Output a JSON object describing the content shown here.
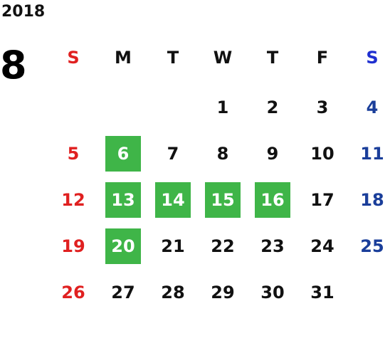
{
  "calendar": {
    "year": "2018",
    "month": "8",
    "weekdays": [
      "S",
      "M",
      "T",
      "W",
      "T",
      "F",
      "S"
    ],
    "weeks": [
      [
        "",
        "",
        "",
        "1",
        "2",
        "3",
        "4"
      ],
      [
        "5",
        "6",
        "7",
        "8",
        "9",
        "10",
        "11"
      ],
      [
        "12",
        "13",
        "14",
        "15",
        "16",
        "17",
        "18"
      ],
      [
        "19",
        "20",
        "21",
        "22",
        "23",
        "24",
        "25"
      ],
      [
        "26",
        "27",
        "28",
        "29",
        "30",
        "31",
        ""
      ]
    ],
    "highlighted_days": [
      "6",
      "13",
      "14",
      "15",
      "16",
      "20"
    ]
  },
  "colors": {
    "sunday": "#e02020",
    "saturday": "#1a3e9a",
    "highlight": "#3fb548",
    "text": "#111111"
  }
}
